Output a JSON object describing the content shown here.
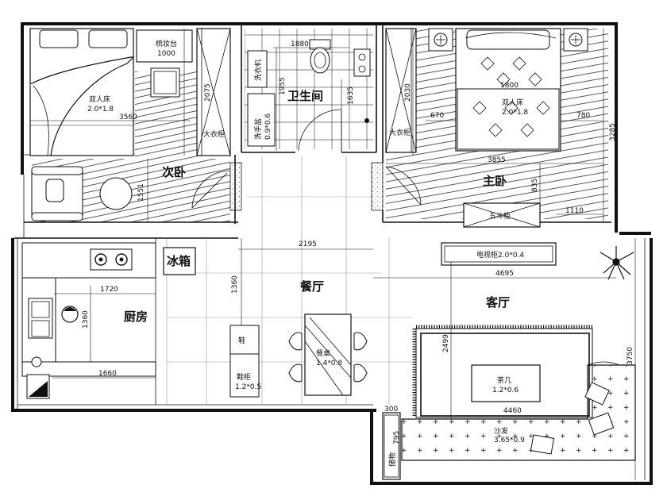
{
  "rooms": {
    "secondary_bedroom": "次卧",
    "bathroom": "卫生间",
    "master_bedroom": "主卧",
    "dining": "餐厅",
    "living": "客厅",
    "kitchen": "厨房"
  },
  "furniture": {
    "bed_left_name": "双人床",
    "bed_left_size": "2.0*1.8",
    "vanity_name": "梳妆台",
    "vanity_size": "1000",
    "wardrobe_left": "大衣柜",
    "washer": "洗衣机",
    "washbasin": "洗手盆",
    "washbasin_size": "0.9*0.6",
    "wardrobe_right": "大衣柜",
    "bed_right_name": "双人床",
    "bed_right_size": "2.0*1.8",
    "chest": "五斗柜",
    "fridge": "冰箱",
    "tv_cabinet": "电视柜2.0*0.4",
    "coffee_table_name": "茶几",
    "coffee_table_size": "1.2*0.6",
    "dining_table_name": "餐桌",
    "dining_table_size": "1.4*0.8",
    "shoe_cabinet_name": "鞋柜",
    "shoe_cabinet_size": "1.2*0.5",
    "small_cabinet": "鞋",
    "sofa_name": "沙发",
    "sofa_size": "3.65*0.9",
    "side_cabinet": "储物"
  },
  "dimensions": {
    "d3560": "3560",
    "d2075": "2075",
    "d1880": "1880",
    "d1955": "1955",
    "d1635": "1635",
    "d2030": "2030",
    "d1800": "1800",
    "d670": "670",
    "d780": "780",
    "d3285": "3285",
    "d3855": "3855",
    "d835": "835",
    "d1110": "1110",
    "d1551": "1551",
    "d2195": "2195",
    "d4695": "4695",
    "d1360a": "1360",
    "d1720": "1720",
    "d1360b": "1360",
    "d1660": "1660",
    "d2499": "2499",
    "d4460": "4460",
    "d3750": "3750",
    "d300": "300",
    "d795": "795"
  }
}
